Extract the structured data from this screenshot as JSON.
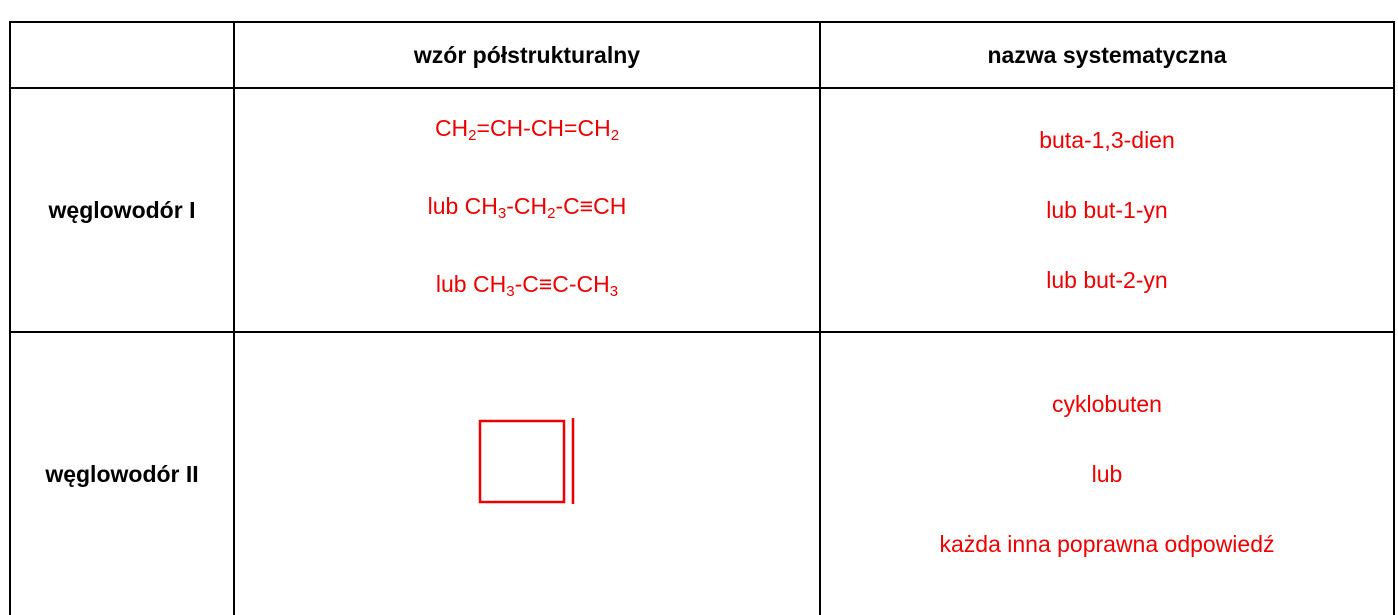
{
  "header_fragment": "",
  "table": {
    "headers": [
      "",
      "wzór półstrukturalny",
      "nazwa systematyczna"
    ],
    "rows": [
      {
        "label": "węglowodór I",
        "formulas": [
          {
            "segments": [
              [
                "CH",
                ""
              ],
              [
                "",
                "2"
              ],
              [
                "=CH-CH=CH",
                ""
              ],
              [
                "",
                "2"
              ]
            ]
          },
          {
            "segments": [
              [
                "lub CH",
                ""
              ],
              [
                "",
                "3"
              ],
              [
                "-CH",
                ""
              ],
              [
                "",
                "2"
              ],
              [
                "-C≡CH",
                ""
              ]
            ]
          },
          {
            "segments": [
              [
                "lub CH",
                ""
              ],
              [
                "",
                "3"
              ],
              [
                "-C≡C-CH",
                ""
              ],
              [
                "",
                "3"
              ]
            ]
          }
        ],
        "names": [
          "buta-1,3-dien",
          "lub but-1-yn",
          "lub but-2-yn"
        ]
      },
      {
        "label": "węglowodór II",
        "structure_icon": "cyclobutene-ring-icon",
        "names": [
          "cyklobuten",
          "lub",
          "każda inna poprawna odpowiedź"
        ]
      }
    ]
  },
  "colors": {
    "answer_red": "#ee0000",
    "border": "#000000"
  }
}
